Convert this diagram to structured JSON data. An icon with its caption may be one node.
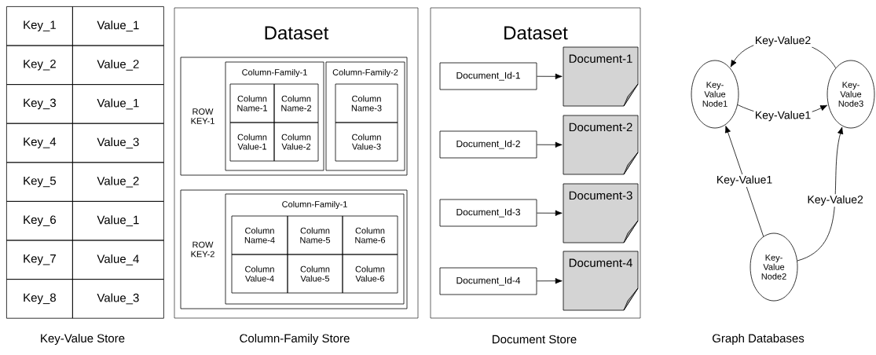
{
  "diagram": {
    "nodes": [
      {
        "text": [
          "Dataset"
        ]
      },
      {
        "text": [
          "ROW KEY-1"
        ],
        "in": 0
      },
      {
        "text": [
          "Column-Family-1"
        ],
        "in": 1
      },
      {
        "text": [
          "Column Name-1"
        ],
        "in": 2
      },
      {
        "text": [
          "Column Name-2"
        ],
        "in": 2
      },
      {
        "text": [
          "Column Value-1"
        ],
        "in": 2
      },
      {
        "text": [
          "Column Value-2"
        ],
        "in": 2
      },
      {
        "text": [
          "Column-Family-2"
        ],
        "in": 1
      },
      {
        "text": [
          "Column Name-3"
        ],
        "in": 7
      },
      {
        "text": [
          "Column Value-3"
        ],
        "in": 7
      },
      {
        "text": [
          "ROW KEY-2"
        ],
        "in": 0
      },
      {
        "text": [
          "Column-Family-1"
        ],
        "in": 10
      },
      {
        "text": [
          "Column Name-4"
        ],
        "in": 11
      },
      {
        "text": [
          "Column Name-5"
        ],
        "in": 11
      },
      {
        "text": [
          "Column Name-6"
        ],
        "in": 11
      },
      {
        "text": [
          "Column Value-4"
        ],
        "in": 11
      },
      {
        "text": [
          "Column Value-5"
        ],
        "in": 11
      },
      {
        "text": [
          "Column Value-6"
        ],
        "in": 11
      },
      {
        "text": [
          "Dataset"
        ]
      },
      {
        "text": [
          "Document_Id-1"
        ],
        "in": 18
      },
      {
        "text": [
          "Document-1"
        ],
        "in": 18
      },
      {
        "text": [
          "Document_Id-2"
        ],
        "in": 18
      },
      {
        "text": [
          "Document-2"
        ],
        "in": 18
      },
      {
        "text": [
          "Document_Id-3"
        ],
        "in": 18
      },
      {
        "text": [
          "Document-3"
        ],
        "in": 18
      },
      {
        "text": [
          "Document_Id-4"
        ],
        "in": 18
      },
      {
        "text": [
          "Document-4"
        ],
        "in": 18
      },
      {
        "text": [
          "Key-Value Node1"
        ]
      },
      {
        "text": [
          "Key-Value Node3"
        ]
      },
      {
        "text": [
          "Key-Value Node2"
        ]
      }
    ],
    "edges": [
      {
        "from": 19,
        "to": 20,
        "arrow": "to"
      },
      {
        "from": 21,
        "to": 22,
        "arrow": "to"
      },
      {
        "from": 23,
        "to": 24,
        "arrow": "to"
      },
      {
        "from": 25,
        "to": 26,
        "arrow": "to"
      },
      {
        "from": 28,
        "to": 27,
        "arrow": "to",
        "label": "Key-Value2"
      },
      {
        "from": 27,
        "to": 28,
        "arrow": "to",
        "label": "Key-Value1"
      },
      {
        "from": 29,
        "to": 27,
        "arrow": "to",
        "label": "Key-Value1"
      },
      {
        "from": 29,
        "to": 28,
        "arrow": "to",
        "label": "Key-Value2"
      }
    ],
    "labels": [
      "Key_1",
      "Value_1",
      "Key_2",
      "Value_2",
      "Key_3",
      "Value_1",
      "Key_4",
      "Value_3",
      "Key_5",
      "Value_2",
      "Key_6",
      "Value_1",
      "Key_7",
      "Value_4",
      "Key_8",
      "Value_3",
      "Key-Value Store",
      "Column-Family Store",
      "Document Store",
      "Graph Databases"
    ]
  }
}
